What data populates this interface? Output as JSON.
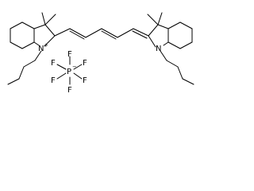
{
  "cation": {
    "left_n_label": "N",
    "left_n_charge": "+",
    "right_n_label": "N"
  },
  "anion": {
    "center_label": "P",
    "charge": "−",
    "ligand_label": "F"
  }
}
